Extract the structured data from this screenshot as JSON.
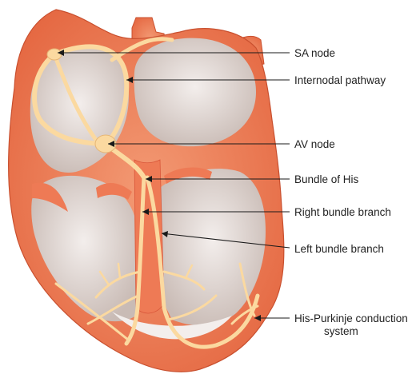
{
  "figure": {
    "labels": {
      "sa_node": "SA node",
      "internodal_pathway": "Internodal pathway",
      "av_node": "AV node",
      "bundle_of_his": "Bundle of His",
      "right_bundle_branch": "Right bundle branch",
      "left_bundle_branch": "Left bundle branch",
      "his_purkinje_line1": "His-Purkinje conduction",
      "his_purkinje_line2": "system"
    },
    "colors": {
      "myocardium": "#ee7a55",
      "myocardium_dark": "#d9573a",
      "chamber": "#d8ccc7",
      "chamber_light": "#f1ebe8",
      "conduction": "#fbd9a0",
      "conduction_edge": "#e6b676"
    }
  }
}
